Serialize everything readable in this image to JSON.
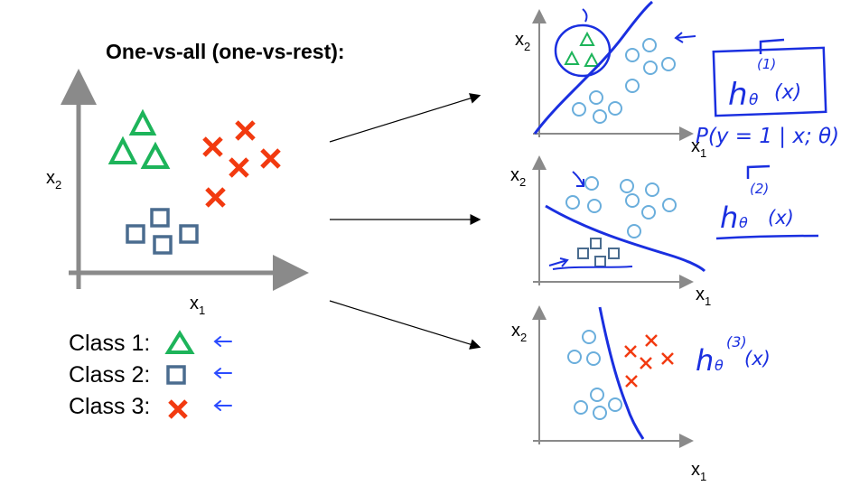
{
  "title": "One-vs-all (one-vs-rest):",
  "axes": {
    "x_main": "x",
    "x_sub": "1",
    "y_main": "x",
    "y_sub": "2"
  },
  "legend": [
    {
      "label": "Class 1:",
      "shape": "triangle",
      "color": "#1db45a"
    },
    {
      "label": "Class 2:",
      "shape": "square",
      "color": "#4a6c8f"
    },
    {
      "label": "Class 3:",
      "shape": "cross",
      "color": "#f23a10"
    }
  ],
  "colors": {
    "arrow": "#2b4bff",
    "circle": "#6aaedc",
    "boundary": "#1a2fe0",
    "axis": "#8a8a8a"
  },
  "annotations": {
    "h1": "h",
    "theta": "θ",
    "x_arg": "(x)",
    "sup1": "(1)",
    "sup2": "(2)",
    "sup3": "(3)",
    "prob": "P(y = 1 | x; θ)"
  }
}
